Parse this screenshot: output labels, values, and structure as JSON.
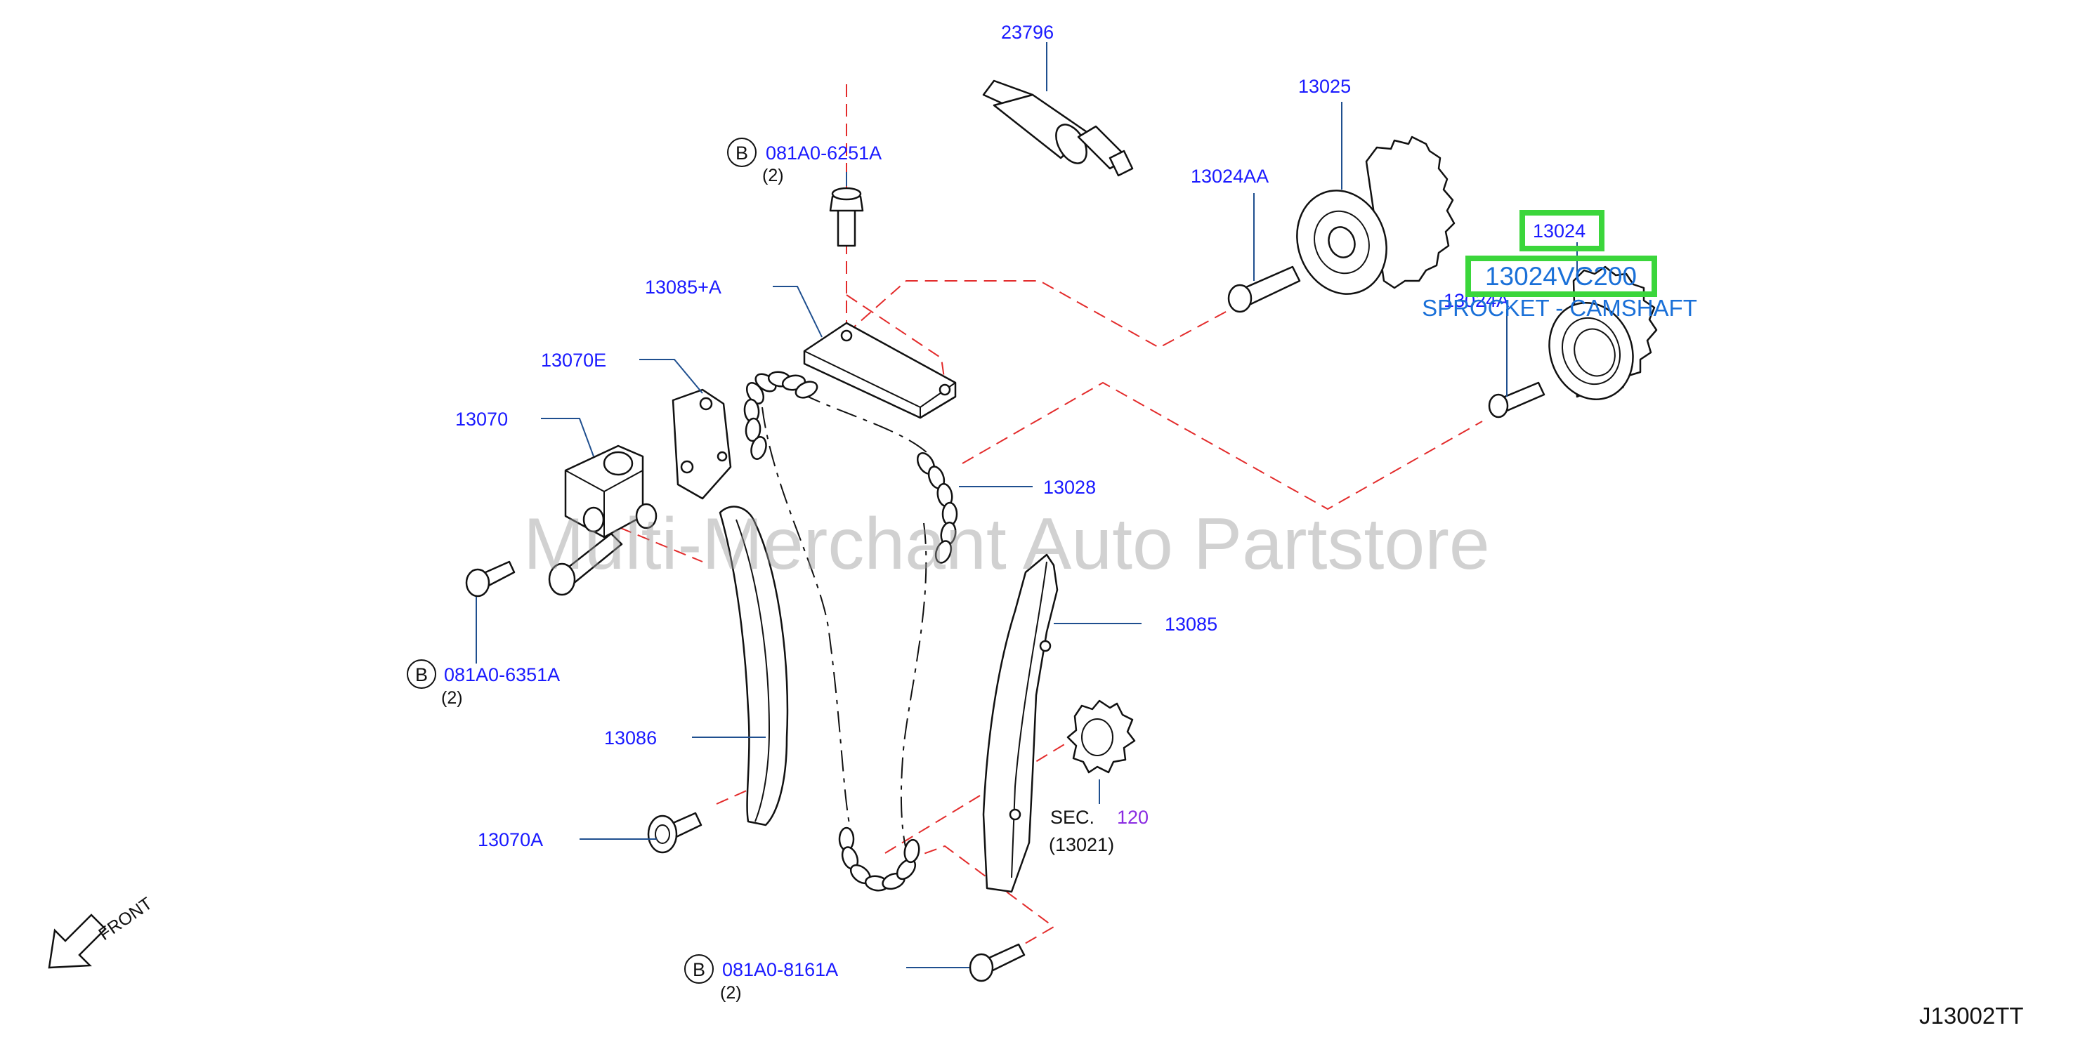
{
  "labels": {
    "p23796": "23796",
    "p13025": "13025",
    "p13024AA": "13024AA",
    "p13024": "13024",
    "p13024A": "13024A",
    "p13085A": "13085+A",
    "p13070E": "13070E",
    "p13070": "13070",
    "p13028": "13028",
    "p13085": "13085",
    "p13086": "13086",
    "p13070A": "13070A",
    "bolt_top": "081A0-6251A",
    "bolt_top_qty": "(2)",
    "bolt_left": "081A0-6351A",
    "bolt_left_qty": "(2)",
    "bolt_bottom": "081A0-8161A",
    "bolt_bottom_qty": "(2)",
    "bolt_marker": "B",
    "sec_prefix": "SEC.",
    "sec_number": "120",
    "sec_sub": "(13021)"
  },
  "highlight": {
    "part_code": "13024VC200",
    "part_desc": "SPROCKET - CAMSHAFT"
  },
  "watermark": "Multi-Merchant Auto Partstore",
  "front_label": "FRONT",
  "diagram_code": "J13002TT",
  "colors": {
    "label": "#1a1aff",
    "highlight": "#3bd63b",
    "tooltip": "#1a70d8",
    "dashed_line": "#e32b2b"
  }
}
